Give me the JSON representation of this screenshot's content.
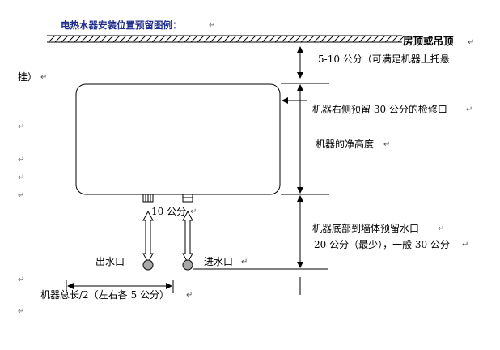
{
  "doc": {
    "title": "电热水器安装位置预留图例：",
    "ceiling_label": "房顶或吊顶",
    "top_gap_line1": "5-10 公分（可满足机器上托悬",
    "top_gap_line2": "挂）",
    "right_side": "机器右侧预留 30 公分的检修口",
    "net_height": "机器的净高度",
    "pipe_spacing": "10 公分",
    "bottom_line1": "机器底部到墙体预留水口",
    "bottom_line2": "20 公分（最少），一般 30 公分",
    "outlet_label": "出水口",
    "inlet_label": "进水口",
    "width_label": "机器总长/2（左右各 5 公分）",
    "return_mark": "↵"
  }
}
